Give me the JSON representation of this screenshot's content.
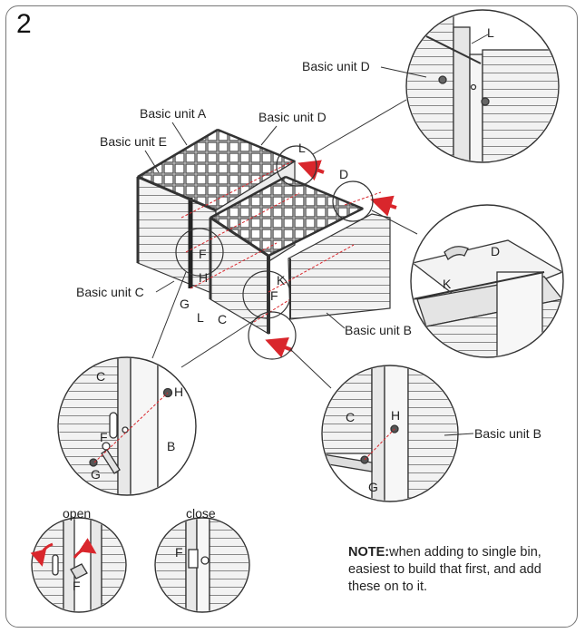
{
  "step_number": "2",
  "labels": {
    "basic_unit_a": "Basic unit A",
    "basic_unit_b": "Basic unit B",
    "basic_unit_b_detail": "Basic unit B",
    "basic_unit_c": "Basic unit C",
    "basic_unit_d": "Basic unit D",
    "basic_unit_d_detail": "Basic unit D",
    "basic_unit_e": "Basic unit E",
    "letter_l_top": "L",
    "letter_l_main": "L",
    "letter_l_lower": "L",
    "letter_d_main": "D",
    "letter_d_detail": "D",
    "letter_k_main": "K",
    "letter_k_detail": "K",
    "letter_f_main1": "F",
    "letter_f_main2": "F",
    "letter_h_main": "H",
    "letter_g_main": "G",
    "letter_c_main": "C",
    "detail_left_c": "C",
    "detail_left_b": "B",
    "detail_left_h": "H",
    "detail_left_f": "F",
    "detail_left_g": "G",
    "detail_right_c": "C",
    "detail_right_h": "H",
    "detail_right_g": "G",
    "open": "open",
    "close": "close",
    "open_f": "F",
    "close_f": "F"
  },
  "note": {
    "prefix": "NOTE:",
    "text": "when adding to single bin, easiest to build that first, and add these on to it."
  },
  "colors": {
    "arrow": "#d9262c",
    "line": "#333333",
    "panel": "#e9e9e9"
  }
}
